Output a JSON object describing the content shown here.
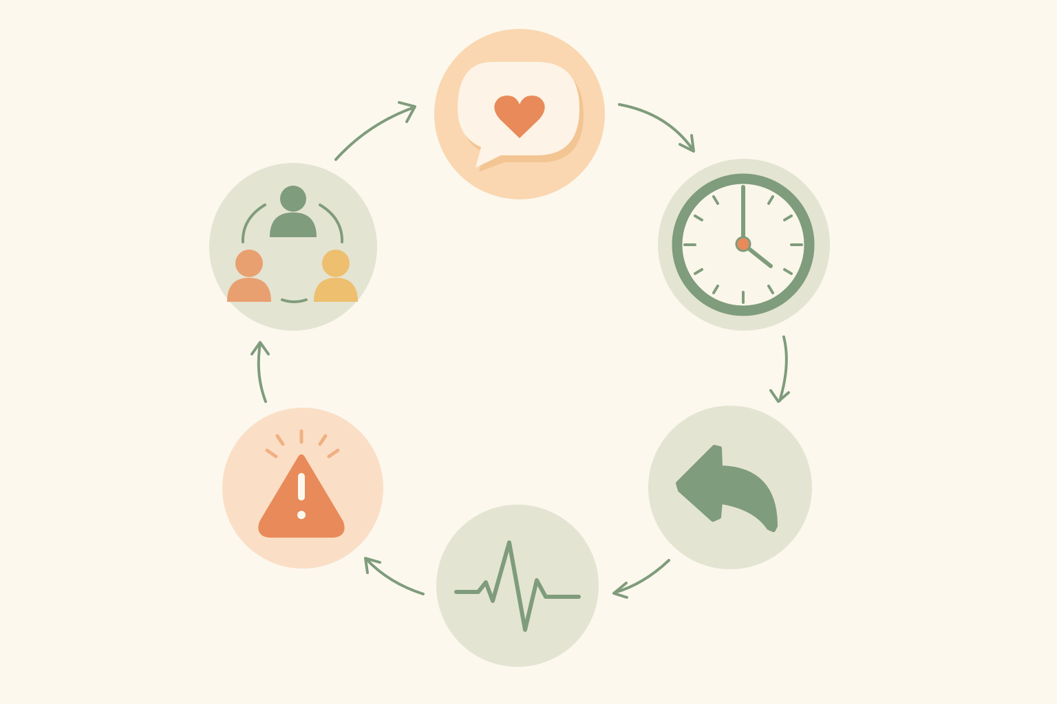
{
  "colors": {
    "background": "#fcf8ee",
    "sage": "#7f9c7c",
    "sage_light_fill": "#e4e4d2",
    "peach_fill": "#fad7b1",
    "peach_inner": "#fdf3e6",
    "peach_shadow": "#f2c592",
    "warning_fill": "#fadfc6",
    "orange": "#e98a5a",
    "orange_soft": "#f0b082",
    "yellow": "#edbf6e",
    "clock_face": "#faf6ea"
  },
  "cycle": {
    "direction": "clockwise",
    "nodes": [
      {
        "id": "care",
        "icon": "heart-speech-bubble-icon",
        "fill": "peach"
      },
      {
        "id": "time",
        "icon": "clock-icon",
        "fill": "sage-light"
      },
      {
        "id": "return",
        "icon": "reply-arrow-icon",
        "fill": "sage-light"
      },
      {
        "id": "pulse",
        "icon": "heartbeat-pulse-icon",
        "fill": "sage-light"
      },
      {
        "id": "alert",
        "icon": "warning-triangle-icon",
        "fill": "warning"
      },
      {
        "id": "community",
        "icon": "people-group-icon",
        "fill": "sage-light"
      }
    ],
    "connections": [
      {
        "from": "community",
        "to": "care"
      },
      {
        "from": "care",
        "to": "time"
      },
      {
        "from": "time",
        "to": "return"
      },
      {
        "from": "return",
        "to": "pulse"
      },
      {
        "from": "pulse",
        "to": "alert"
      },
      {
        "from": "alert",
        "to": "community"
      }
    ]
  }
}
